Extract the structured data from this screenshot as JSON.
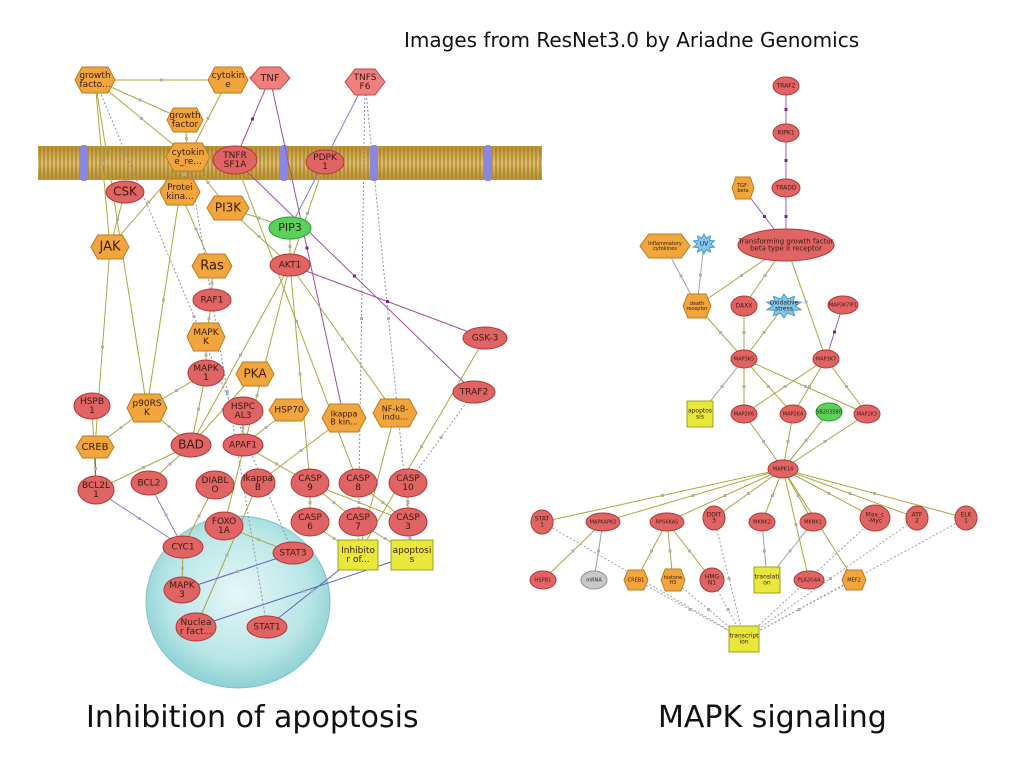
{
  "header": "Images from ResNet3.0 by Ariadne Genomics",
  "captions": {
    "left": "Inhibition of apoptosis",
    "right": "MAPK signaling"
  },
  "colors": {
    "protein": "#e06464",
    "ligand": "#f0a63c",
    "smallmol": "#5ad25a",
    "process": "#e8e83c",
    "stress": "#7ec8f0",
    "membrane": "#c8a040",
    "nucleus": "#a8e0e0",
    "rna": "#c8c8c8"
  },
  "left_network": [
    {
      "id": "L1",
      "shape": "hex",
      "lines": [
        "growth",
        "facto..."
      ]
    },
    {
      "id": "L2",
      "shape": "hex",
      "lines": [
        "cytokin",
        "e"
      ]
    },
    {
      "id": "L3",
      "shape": "diamond",
      "lines": [
        "TNF"
      ]
    },
    {
      "id": "L4",
      "shape": "diamond",
      "lines": [
        "TNFS",
        "F6"
      ]
    },
    {
      "id": "L5",
      "shape": "hex",
      "lines": [
        "growth",
        "factor"
      ]
    },
    {
      "id": "L6",
      "shape": "hex",
      "lines": [
        "cytokin",
        "e_re..."
      ]
    },
    {
      "id": "L7",
      "shape": "oval",
      "lines": [
        "TNFR",
        "SF1A"
      ]
    },
    {
      "id": "L8",
      "shape": "oval",
      "lines": [
        "PDPK",
        "1"
      ]
    },
    {
      "id": "L9",
      "shape": "oval",
      "lines": [
        "CSK"
      ]
    },
    {
      "id": "L10",
      "shape": "hex",
      "lines": [
        "Protei",
        "kina..."
      ]
    },
    {
      "id": "L11",
      "shape": "hex",
      "lines": [
        "PI3K"
      ]
    },
    {
      "id": "L12",
      "shape": "smallmol",
      "lines": [
        "PIP3"
      ]
    },
    {
      "id": "L13",
      "shape": "hex",
      "lines": [
        "JAK"
      ]
    },
    {
      "id": "L14",
      "shape": "hex",
      "lines": [
        "Ras"
      ]
    },
    {
      "id": "L15",
      "shape": "oval",
      "lines": [
        "AKT1"
      ]
    },
    {
      "id": "L16",
      "shape": "oval",
      "lines": [
        "RAF1"
      ]
    },
    {
      "id": "L17",
      "shape": "oval",
      "lines": [
        "GSK-3"
      ]
    },
    {
      "id": "L18",
      "shape": "hex",
      "lines": [
        "MAPK",
        "K"
      ]
    },
    {
      "id": "L19",
      "shape": "oval",
      "lines": [
        "MAPK",
        "1"
      ]
    },
    {
      "id": "L20",
      "shape": "hex",
      "lines": [
        "PKA"
      ]
    },
    {
      "id": "L21",
      "shape": "oval",
      "lines": [
        "TRAF2"
      ]
    },
    {
      "id": "L22",
      "shape": "oval",
      "lines": [
        "HSPB",
        "1"
      ]
    },
    {
      "id": "L23",
      "shape": "hex",
      "lines": [
        "p90RS",
        "K"
      ]
    },
    {
      "id": "L24",
      "shape": "oval",
      "lines": [
        "HSPC",
        "AL3"
      ]
    },
    {
      "id": "L25",
      "shape": "hex",
      "lines": [
        "HSP70"
      ]
    },
    {
      "id": "L26",
      "shape": "hex",
      "lines": [
        "Ikappa",
        "B kin..."
      ]
    },
    {
      "id": "L27",
      "shape": "hex",
      "lines": [
        "NF-kB-",
        "indu..."
      ]
    },
    {
      "id": "L28",
      "shape": "hex",
      "lines": [
        "CREB"
      ]
    },
    {
      "id": "L29",
      "shape": "oval",
      "lines": [
        "BAD"
      ]
    },
    {
      "id": "L30",
      "shape": "oval",
      "lines": [
        "APAF1"
      ]
    },
    {
      "id": "L31",
      "shape": "oval",
      "lines": [
        "BCL2L",
        "1"
      ]
    },
    {
      "id": "L32",
      "shape": "oval",
      "lines": [
        "BCL2"
      ]
    },
    {
      "id": "L33",
      "shape": "oval",
      "lines": [
        "DIABL",
        "O"
      ]
    },
    {
      "id": "L34",
      "shape": "oval",
      "lines": [
        "Ikappa",
        "B"
      ]
    },
    {
      "id": "L35",
      "shape": "oval",
      "lines": [
        "CASP",
        "9"
      ]
    },
    {
      "id": "L36",
      "shape": "oval",
      "lines": [
        "CASP",
        "8"
      ]
    },
    {
      "id": "L37",
      "shape": "oval",
      "lines": [
        "CASP",
        "10"
      ]
    },
    {
      "id": "L38",
      "shape": "oval",
      "lines": [
        "FOXO",
        "1A"
      ]
    },
    {
      "id": "L39",
      "shape": "oval",
      "lines": [
        "CASP",
        "6"
      ]
    },
    {
      "id": "L40",
      "shape": "oval",
      "lines": [
        "CASP",
        "7"
      ]
    },
    {
      "id": "L41",
      "shape": "oval",
      "lines": [
        "CASP",
        "3"
      ]
    },
    {
      "id": "L42",
      "shape": "oval",
      "lines": [
        "CYC1"
      ]
    },
    {
      "id": "L43",
      "shape": "oval",
      "lines": [
        "STAT3"
      ]
    },
    {
      "id": "L44",
      "shape": "process",
      "lines": [
        "Inhibito",
        "r of..."
      ]
    },
    {
      "id": "L45",
      "shape": "process",
      "lines": [
        "apoptosi",
        "s"
      ]
    },
    {
      "id": "L46",
      "shape": "oval",
      "lines": [
        "MAPK",
        "3"
      ]
    },
    {
      "id": "L47",
      "shape": "oval",
      "lines": [
        "Nuclea",
        "r fact..."
      ]
    },
    {
      "id": "L48",
      "shape": "oval",
      "lines": [
        "STAT1"
      ]
    }
  ],
  "right_network": [
    {
      "id": "R1",
      "shape": "oval",
      "lines": [
        "TRAF2"
      ]
    },
    {
      "id": "R2",
      "shape": "oval",
      "lines": [
        "RIPK1"
      ]
    },
    {
      "id": "R3",
      "shape": "hex",
      "lines": [
        "TGF-",
        "beta"
      ]
    },
    {
      "id": "R4",
      "shape": "oval",
      "lines": [
        "TRADD"
      ]
    },
    {
      "id": "R5",
      "shape": "hex",
      "lines": [
        "Inflammatory",
        "cytokines"
      ]
    },
    {
      "id": "R6",
      "shape": "stress",
      "lines": [
        "UV"
      ]
    },
    {
      "id": "R7",
      "shape": "oval",
      "lines": [
        "Transforming growth factor",
        "beta type II receptor"
      ]
    },
    {
      "id": "R8",
      "shape": "hex",
      "lines": [
        "death",
        "receptor"
      ]
    },
    {
      "id": "R9",
      "shape": "oval",
      "lines": [
        "DAXX"
      ]
    },
    {
      "id": "R10",
      "shape": "stress",
      "lines": [
        "Oxidative",
        "stress"
      ]
    },
    {
      "id": "R11",
      "shape": "oval",
      "lines": [
        "MAP3K7IP1"
      ]
    },
    {
      "id": "R12",
      "shape": "oval",
      "lines": [
        "MAP3K5"
      ]
    },
    {
      "id": "R13",
      "shape": "oval",
      "lines": [
        "MAP3K7"
      ]
    },
    {
      "id": "R14",
      "shape": "process",
      "lines": [
        "apoptos",
        "sis"
      ]
    },
    {
      "id": "R15",
      "shape": "oval",
      "lines": [
        "MAP2K6"
      ]
    },
    {
      "id": "R16",
      "shape": "oval",
      "lines": [
        "MAP2K4"
      ]
    },
    {
      "id": "R17",
      "shape": "smallmol",
      "lines": [
        "SB203580"
      ]
    },
    {
      "id": "R18",
      "shape": "oval",
      "lines": [
        "MAP2K3"
      ]
    },
    {
      "id": "R19",
      "shape": "oval",
      "lines": [
        "MAPK14"
      ]
    },
    {
      "id": "R20",
      "shape": "oval",
      "lines": [
        "STAT",
        "1"
      ]
    },
    {
      "id": "R21",
      "shape": "oval",
      "lines": [
        "MAPKAPK2"
      ]
    },
    {
      "id": "R22",
      "shape": "oval",
      "lines": [
        "RPS6KA5"
      ]
    },
    {
      "id": "R23",
      "shape": "oval",
      "lines": [
        "DDIT",
        "3"
      ]
    },
    {
      "id": "R24",
      "shape": "oval",
      "lines": [
        "MKNK2"
      ]
    },
    {
      "id": "R25",
      "shape": "oval",
      "lines": [
        "MKNK1"
      ]
    },
    {
      "id": "R26",
      "shape": "oval",
      "lines": [
        "Max_c",
        "-Myc"
      ]
    },
    {
      "id": "R27",
      "shape": "oval",
      "lines": [
        "ATF",
        "2"
      ]
    },
    {
      "id": "R28",
      "shape": "oval",
      "lines": [
        "ELK",
        "1"
      ]
    },
    {
      "id": "R29",
      "shape": "oval",
      "lines": [
        "HSPB1"
      ]
    },
    {
      "id": "R30",
      "shape": "rna",
      "lines": [
        "mRNA"
      ]
    },
    {
      "id": "R31",
      "shape": "hex",
      "lines": [
        "CREB1"
      ]
    },
    {
      "id": "R32",
      "shape": "hex",
      "lines": [
        "histone",
        "H3"
      ]
    },
    {
      "id": "R33",
      "shape": "oval",
      "lines": [
        "HMG",
        "N1"
      ]
    },
    {
      "id": "R34",
      "shape": "process",
      "lines": [
        "translati",
        "on"
      ]
    },
    {
      "id": "R35",
      "shape": "oval",
      "lines": [
        "PLA2G4A"
      ]
    },
    {
      "id": "R36",
      "shape": "hex",
      "lines": [
        "MEF2"
      ]
    },
    {
      "id": "R37",
      "shape": "process",
      "lines": [
        "transcript",
        "ion"
      ]
    }
  ]
}
